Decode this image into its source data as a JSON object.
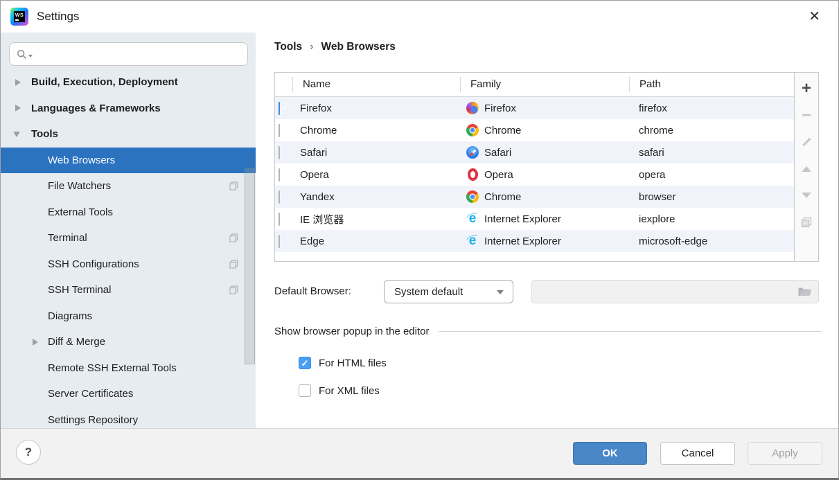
{
  "window": {
    "title": "Settings",
    "logo_text": "WS",
    "close_glyph": "✕"
  },
  "sidebar": {
    "search": {
      "placeholder": "",
      "value": ""
    },
    "items": [
      {
        "label": "Build, Execution, Deployment",
        "level": 1,
        "state": "collapsed"
      },
      {
        "label": "Languages & Frameworks",
        "level": 1,
        "state": "collapsed"
      },
      {
        "label": "Tools",
        "level": 1,
        "state": "expanded"
      },
      {
        "label": "Web Browsers",
        "level": 2,
        "selected": true
      },
      {
        "label": "File Watchers",
        "level": 2,
        "badge": "copy-icon"
      },
      {
        "label": "External Tools",
        "level": 2
      },
      {
        "label": "Terminal",
        "level": 2,
        "badge": "copy-icon"
      },
      {
        "label": "SSH Configurations",
        "level": 2,
        "badge": "copy-icon"
      },
      {
        "label": "SSH Terminal",
        "level": 2,
        "badge": "copy-icon"
      },
      {
        "label": "Diagrams",
        "level": 2
      },
      {
        "label": "Diff & Merge",
        "level": 2,
        "state": "collapsed"
      },
      {
        "label": "Remote SSH External Tools",
        "level": 2
      },
      {
        "label": "Server Certificates",
        "level": 2
      },
      {
        "label": "Settings Repository",
        "level": 2
      }
    ]
  },
  "breadcrumb": {
    "parent": "Tools",
    "separator": "›",
    "current": "Web Browsers"
  },
  "table": {
    "columns": {
      "name": "Name",
      "family": "Family",
      "path": "Path"
    },
    "rows": [
      {
        "checked": true,
        "name": "Firefox",
        "family": "Firefox",
        "icon": "firefox",
        "path": "firefox"
      },
      {
        "checked": false,
        "name": "Chrome",
        "family": "Chrome",
        "icon": "chrome",
        "path": "chrome"
      },
      {
        "checked": false,
        "name": "Safari",
        "family": "Safari",
        "icon": "safari",
        "path": "safari"
      },
      {
        "checked": false,
        "name": "Opera",
        "family": "Opera",
        "icon": "opera",
        "path": "opera"
      },
      {
        "checked": false,
        "name": "Yandex",
        "family": "Chrome",
        "icon": "chrome",
        "path": "browser"
      },
      {
        "checked": false,
        "name": "IE 浏览器",
        "family": "Internet Explorer",
        "icon": "ie",
        "path": "iexplore"
      },
      {
        "checked": false,
        "name": "Edge",
        "family": "Internet Explorer",
        "icon": "ie",
        "path": "microsoft-edge"
      }
    ]
  },
  "side_toolbar": {
    "add_glyph": "+",
    "remove_glyph": "−",
    "icons": [
      "add-icon",
      "remove-icon",
      "edit-icon",
      "move-up-icon",
      "move-down-icon",
      "copy-icon"
    ]
  },
  "default_browser": {
    "label": "Default Browser:",
    "selected": "System default",
    "path_value": "",
    "browse_icon": "folder-icon"
  },
  "popup_section": {
    "title": "Show browser popup in the editor",
    "options": [
      {
        "label": "For HTML files",
        "checked": true
      },
      {
        "label": "For XML files",
        "checked": false
      }
    ]
  },
  "footer": {
    "help_glyph": "?",
    "ok": "OK",
    "cancel": "Cancel",
    "apply": "Apply"
  },
  "colors": {
    "selection": "#2b72bf",
    "checkbox": "#4a9ff4",
    "ok_button": "#4a87c9",
    "row_alt": "#f0f4fa",
    "sidebar_bg": "#e7ecf1"
  }
}
